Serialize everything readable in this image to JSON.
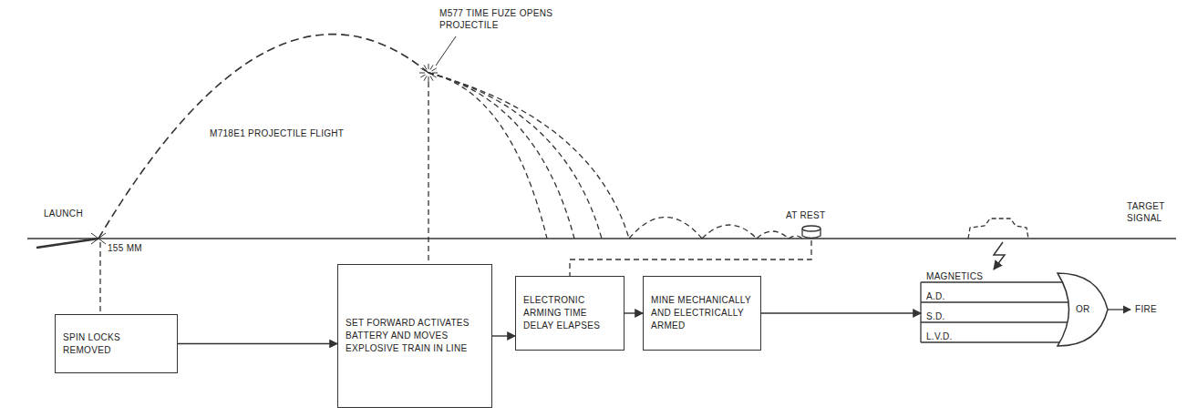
{
  "diagram": {
    "nodes": [
      {
        "text": [
          "SPIN LOCKS REMOVED"
        ]
      },
      {
        "text": [
          "SET FORWARD ACTIVATES BATTERY AND MOVES EXPLOSIVE TRAIN IN LINE"
        ]
      },
      {
        "text": [
          "ELECTRONIC ARMING TIME DELAY ELAPSES"
        ]
      },
      {
        "text": [
          "MINE MECHANICALLY AND ELECTRICALLY ARMED"
        ]
      },
      {
        "text": [
          "OR"
        ]
      }
    ],
    "edges": [
      {
        "from": 0,
        "to": 1,
        "arrow": "to"
      },
      {
        "from": 1,
        "to": 2,
        "arrow": "to"
      },
      {
        "from": 2,
        "to": 3,
        "arrow": "to"
      },
      {
        "from": 3,
        "to": 4,
        "arrow": "to"
      }
    ],
    "labels": [
      "LAUNCH",
      "155 MM",
      "M718E1 PROJECTILE FLIGHT",
      "M577 TIME FUZE OPENS PROJECTILE",
      "AT REST",
      "TARGET SIGNAL",
      "MAGNETICS",
      "A.D.",
      "S.D.",
      "L.V.D.",
      "FIRE"
    ]
  }
}
